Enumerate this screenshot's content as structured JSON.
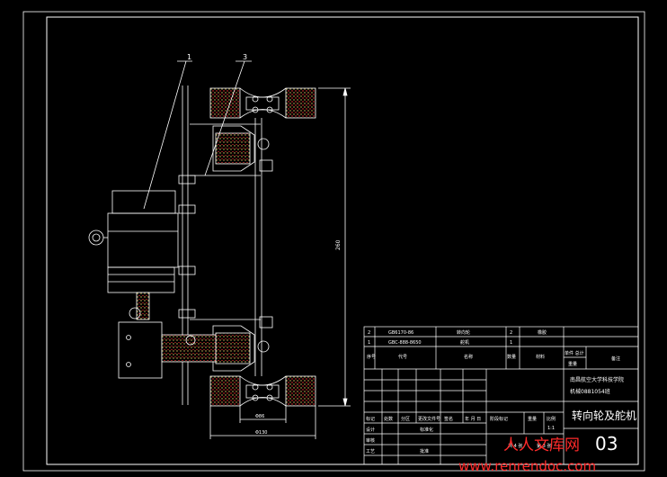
{
  "drawing": {
    "part_callouts": [
      "1",
      "3"
    ],
    "dimension_vertical": "260",
    "dimension_inner_width": "Φ86",
    "dimension_outer_width": "Φ130"
  },
  "title_block": {
    "bom_rows": [
      {
        "index": "2",
        "code": "GB6170-86",
        "name": "转向轮",
        "qty": "2",
        "material": "橡胶"
      },
      {
        "index": "1",
        "code": "GBC-888-8650",
        "name": "舵机",
        "qty": "1",
        "material": ""
      }
    ],
    "bom_header": {
      "index": "序号",
      "code": "代号",
      "name": "名称",
      "qty": "数量",
      "material": "材料",
      "unit_weight": "单件 总计",
      "weight": "重量",
      "remark": "备注"
    },
    "school": "南昌航空大学科技学院",
    "class_line": "机械0881054班",
    "drawing_title": "转向轮及舵机",
    "drawing_number": "03",
    "rev_labels": {
      "mark": "标记",
      "count": "处数",
      "zone": "分区",
      "doc": "更改文件号",
      "sign": "签名",
      "date": "年 月 日"
    },
    "role_labels": {
      "design": "设计",
      "std": "标准化",
      "review": "审核",
      "process": "工艺",
      "approve": "批准"
    },
    "stage_labels": {
      "stage": "阶段标记",
      "weight": "重量",
      "scale": "比例",
      "scale_value": "1:1"
    },
    "sheet_info": {
      "total": "共 4 张",
      "this": "第 3 张"
    }
  },
  "watermark": {
    "cn": "人人文库网",
    "url": "www.renrendoc.com"
  },
  "colors": {
    "background": "#000000",
    "lines": "#ffffff",
    "hatch_red": "#ff3333",
    "hatch_yellow": "#d8c060",
    "watermark": "#ff2a2a"
  }
}
